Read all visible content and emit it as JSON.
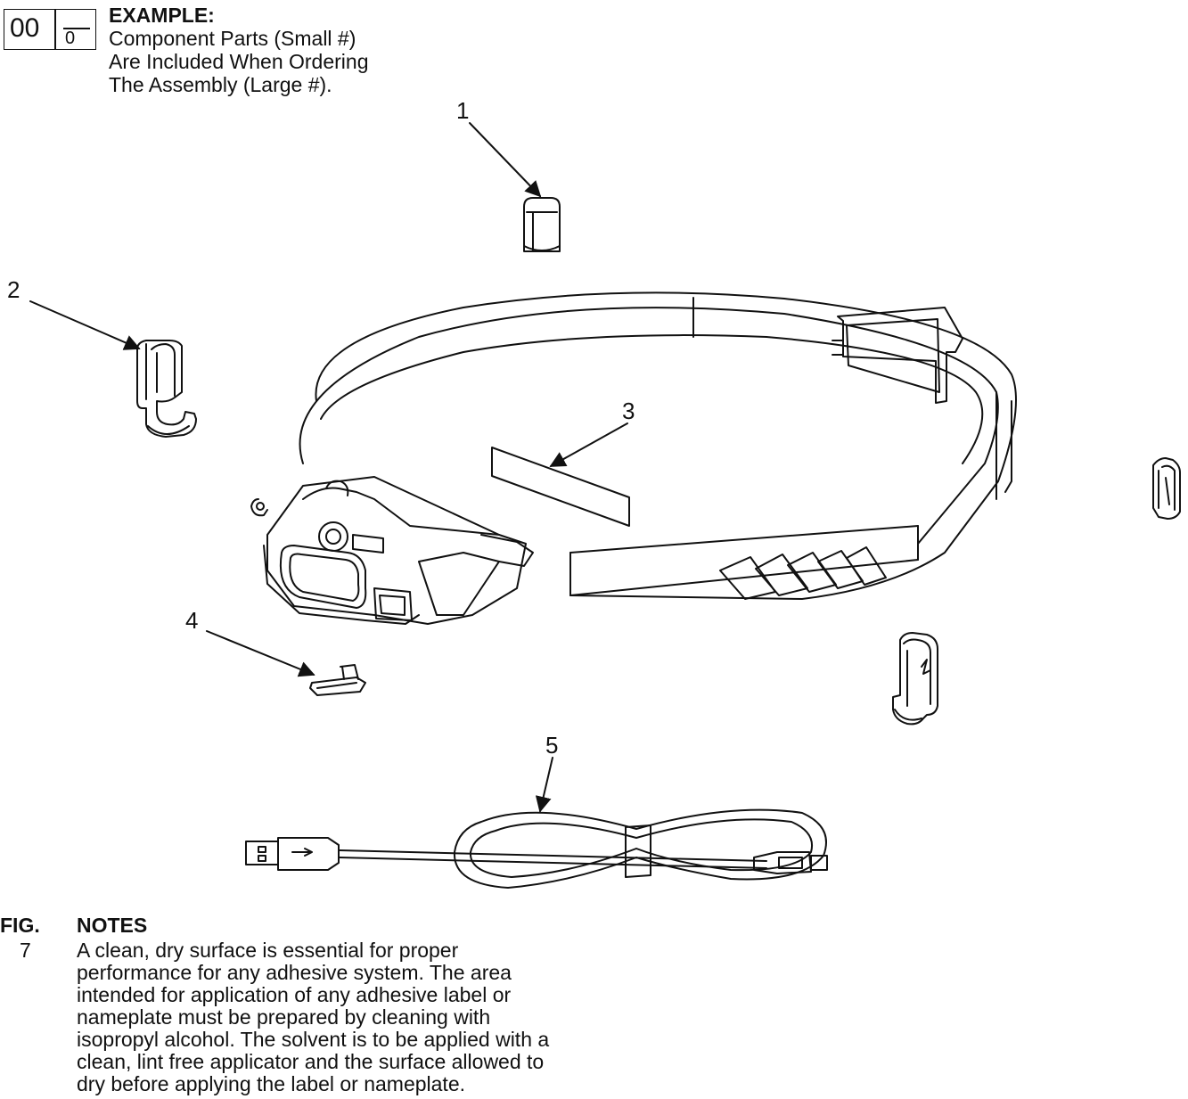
{
  "example": {
    "assembly_number": "00",
    "component_number": "0",
    "heading": "EXAMPLE:",
    "lines": [
      "Component Parts (Small #)",
      "Are Included When Ordering",
      "The Assembly (Large #)."
    ]
  },
  "callouts": [
    "1",
    "2",
    "3",
    "4",
    "5"
  ],
  "notes": {
    "fig_heading": "FIG.",
    "notes_heading": "NOTES",
    "fig_number": "7",
    "text": "A clean, dry surface is essential for proper\nperformance for any adhesive system. The area\nintended for application of any adhesive label or\nnameplate must be prepared by cleaning with\nisopropyl alcohol. The solvent is to be applied with a\nclean, lint free applicator and the surface allowed to\ndry before applying the label or nameplate."
  },
  "colors": {
    "line": "#111111",
    "background": "#ffffff"
  }
}
